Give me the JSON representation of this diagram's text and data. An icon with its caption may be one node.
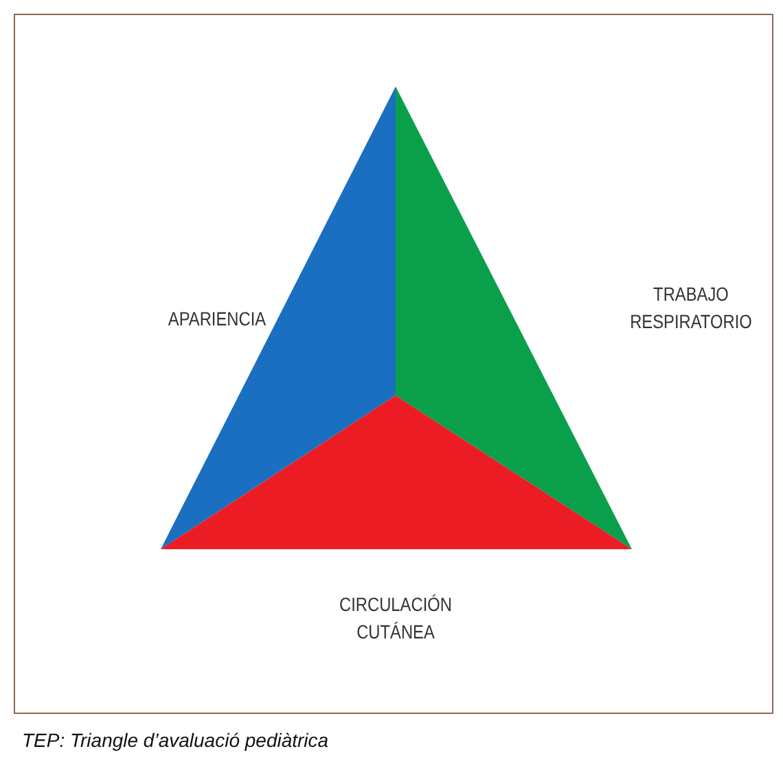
{
  "diagram": {
    "caption": "TEP: Triangle d’avaluació pediàtrica",
    "nodes": [
      {
        "text": [
          "APARIENCIA"
        ]
      },
      {
        "text": [
          "TRABAJO RESPIRATORIO"
        ]
      },
      {
        "text": [
          "CIRCULACIÓN CUTÁNEA"
        ]
      }
    ]
  }
}
